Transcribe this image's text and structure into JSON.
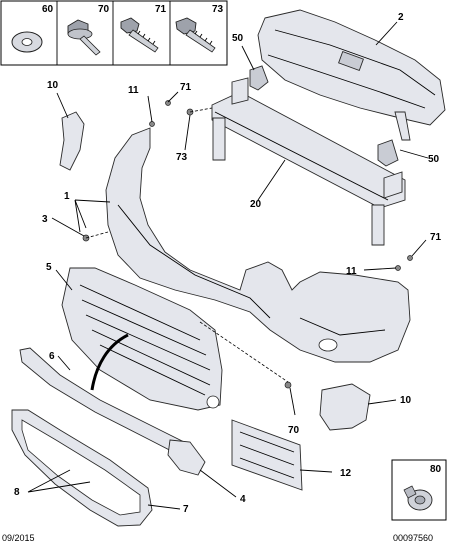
{
  "hardware_box": {
    "items": [
      {
        "label": "60",
        "icon": "washer-icon"
      },
      {
        "label": "70",
        "icon": "flange-screw-icon"
      },
      {
        "label": "71",
        "icon": "screw-icon"
      },
      {
        "label": "73",
        "icon": "self-tapping-screw-icon"
      }
    ]
  },
  "callouts": {
    "c2": "2",
    "c50a": "50",
    "c50b": "50",
    "c10a": "10",
    "c10b": "10",
    "c11a": "11",
    "c11b": "11",
    "c71a": "71",
    "c71b": "71",
    "c73": "73",
    "c20": "20",
    "c1": "1",
    "c3": "3",
    "c5": "5",
    "c6": "6",
    "c70": "70",
    "c12": "12",
    "c4": "4",
    "c8": "8",
    "c7": "7"
  },
  "inset": {
    "label": "80",
    "icon": "push-clip-icon"
  },
  "footer": {
    "date": "09/2015",
    "ref": "00097560"
  }
}
